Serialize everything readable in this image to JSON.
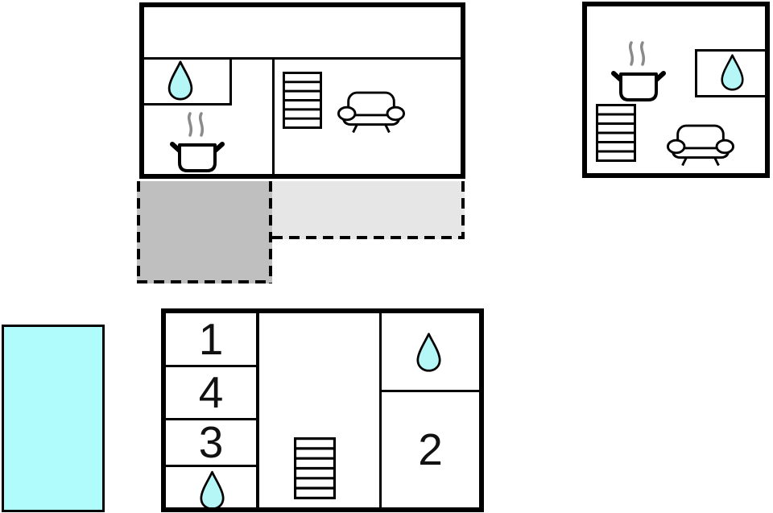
{
  "colors": {
    "wall": "#000000",
    "water": "#b5f7f7",
    "pool": "#b0fcfc",
    "terrace_dark": "#bfbfbf",
    "terrace_light": "#e6e6e6",
    "steam": "#8a8a8a",
    "label": "#111111"
  },
  "plans": {
    "upper_left": {
      "icons": [
        "water-drop-icon",
        "cooking-pot-icon",
        "stairs-icon",
        "sofa-icon"
      ]
    },
    "upper_right": {
      "icons": [
        "cooking-pot-icon",
        "water-drop-icon",
        "stairs-icon",
        "sofa-icon"
      ]
    },
    "bottom": {
      "room_labels": [
        "1",
        "4",
        "3",
        "2"
      ],
      "icons": [
        "water-drop-icon",
        "stairs-icon",
        "water-drop-icon"
      ]
    }
  },
  "outdoor": {
    "pool": "swimming-pool",
    "terraces": [
      "terrace-dark",
      "terrace-light"
    ]
  }
}
